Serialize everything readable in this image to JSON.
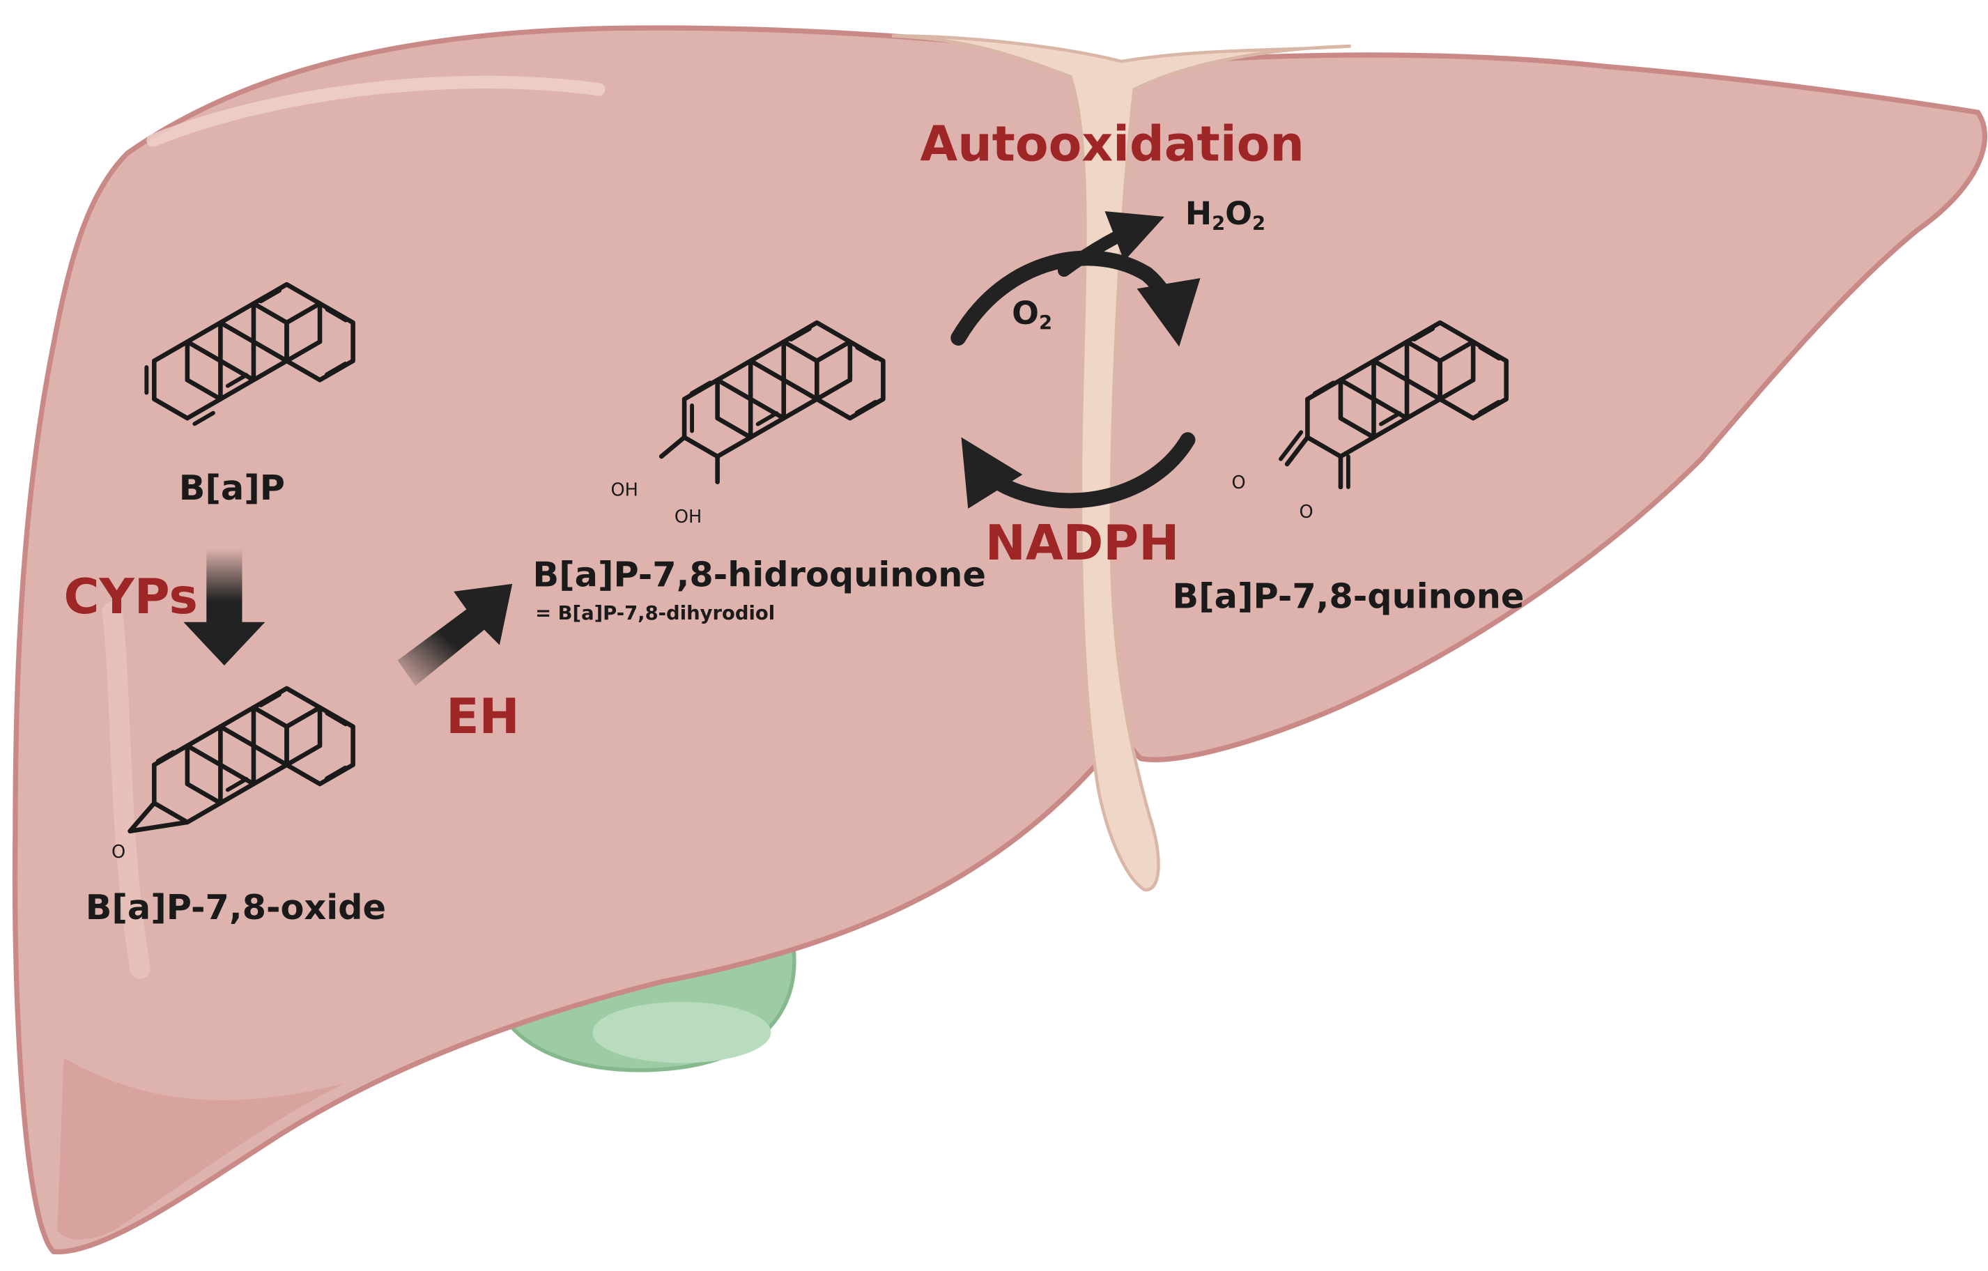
{
  "diagram": {
    "colors": {
      "liver_fill": "#e0b4ae",
      "liver_edge": "#c98a87",
      "ligament": "#efd6c6",
      "gallbladder": "#9ccba4",
      "enzyme_text": "#9e2626",
      "arrow": "#222222"
    },
    "molecules": {
      "bap": {
        "name": "B[a]P"
      },
      "oxide": {
        "name": "B[a]P-7,8-oxide",
        "atom_o": "O"
      },
      "hydroquinone": {
        "name": "B[a]P-7,8-hidroquinone",
        "synonym": "= B[a]P-7,8-dihyrodiol",
        "atom_oh1": "OH",
        "atom_oh2": "OH"
      },
      "quinone": {
        "name": "B[a]P-7,8-quinone",
        "atom_o1": "O",
        "atom_o2": "O"
      }
    },
    "enzymes": {
      "cyps": "CYPs",
      "eh": "EH",
      "autooxidation": "Autooxidation",
      "nadph": "NADPH"
    },
    "species": {
      "h2o2_h": "H",
      "h2o2_sub1": "2",
      "h2o2_o": "O",
      "h2o2_sub2": "2",
      "o2_o": "O",
      "o2_sub": "2"
    }
  }
}
